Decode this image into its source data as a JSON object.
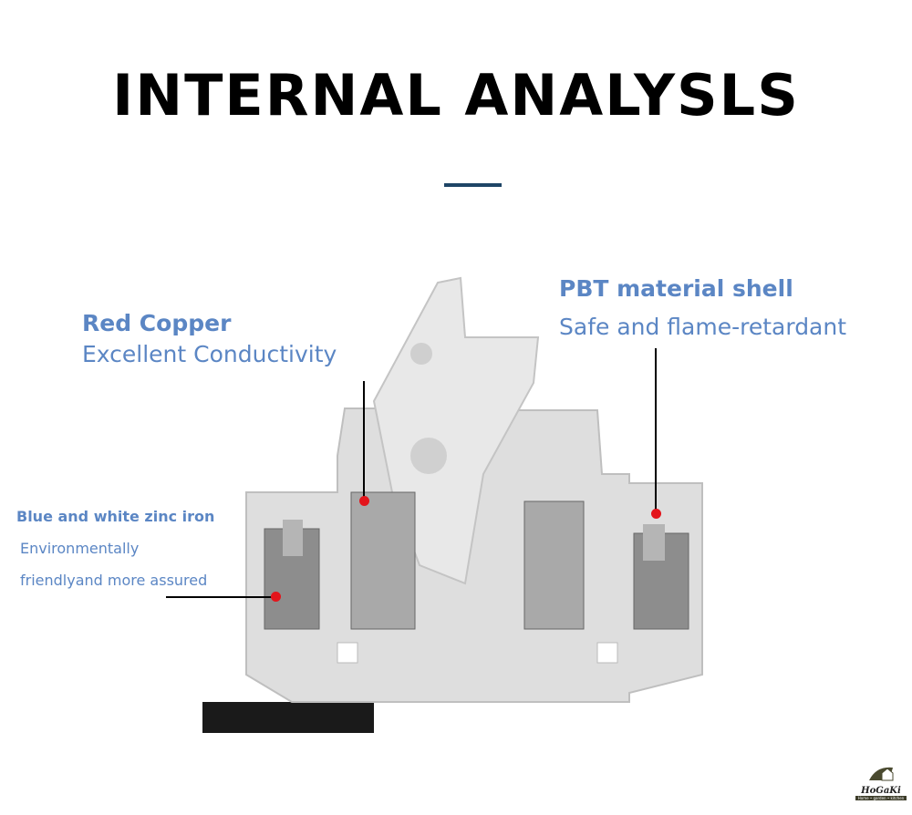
{
  "title": "INTERNAL ANALYSLS",
  "callouts": {
    "copper": {
      "heading": "Red Copper",
      "text": "Excellent Conductivity"
    },
    "shell": {
      "heading": "PBT material shell",
      "text": "Safe and flame-retardant"
    },
    "zinc": {
      "heading": "Blue and white zinc iron",
      "line1": "Environmentally",
      "line2": "friendlyand more assured"
    }
  },
  "logo": {
    "name": "HoGaKi",
    "tagline": "Home • garden • kitchen"
  },
  "colors": {
    "accent": "#5b86c4",
    "rule": "#1e4566",
    "marker": "#e3141b"
  }
}
